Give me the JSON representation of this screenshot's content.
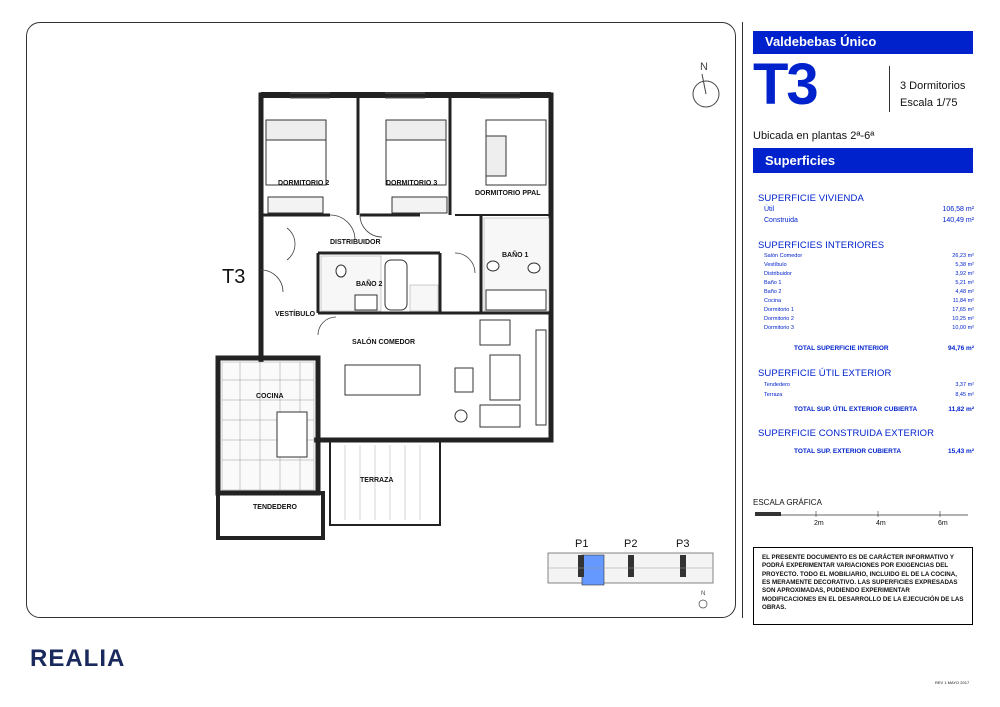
{
  "floorplan": {
    "unit_label": "T3",
    "rooms": {
      "dormitorio2": "DORMITORIO 2",
      "dormitorio3": "DORMITORIO 3",
      "dormitorio_ppal": "DORMITORIO PPAL",
      "distribuidor": "DISTRIBUIDOR",
      "bano1": "BAÑO 1",
      "bano2": "BAÑO 2",
      "vestibulo": "VESTÍBULO",
      "salon": "SALÓN COMEDOR",
      "cocina": "COCINA",
      "terraza": "TERRAZA",
      "tendedero": "TENDEDERO"
    },
    "north": "N",
    "key_plan": {
      "p1": "P1",
      "p2": "P2",
      "p3": "P3",
      "north": "N"
    }
  },
  "header": {
    "brand": "Valdebebas Único",
    "type": "T3",
    "dormitorios": "3 Dormitorios",
    "escala": "Escala 1/75",
    "ubicada": "Ubicada en plantas 2ª-6ª"
  },
  "superficies": {
    "title": "Superficies",
    "vivienda": {
      "title": "SUPERFICIE VIVIENDA",
      "rows": [
        {
          "label": "Útil",
          "value": "106,58 m²"
        },
        {
          "label": "Construida",
          "value": "140,49 m²"
        }
      ]
    },
    "interiores": {
      "title": "SUPERFICIES INTERIORES",
      "rows": [
        {
          "label": "Salón Comedor",
          "value": "26,23 m²"
        },
        {
          "label": "Vestíbulo",
          "value": "5,38 m²"
        },
        {
          "label": "Distribuidor",
          "value": "3,92 m²"
        },
        {
          "label": "Baño 1",
          "value": "5,21 m²"
        },
        {
          "label": "Baño 2",
          "value": "4,48 m²"
        },
        {
          "label": "Cocina",
          "value": "11,84 m²"
        },
        {
          "label": "Dormitorio 1",
          "value": "17,65 m²"
        },
        {
          "label": "Dormitorio 2",
          "value": "10,25 m²"
        },
        {
          "label": "Dormitorio 3",
          "value": "10,00 m²"
        }
      ],
      "total_label": "TOTAL SUPERFICIE INTERIOR",
      "total_value": "94,76 m²"
    },
    "util_exterior": {
      "title": "SUPERFICIE ÚTIL EXTERIOR",
      "rows": [
        {
          "label": "Tendedero",
          "value": "3,37 m²"
        },
        {
          "label": "Terraza",
          "value": "8,45 m²"
        }
      ],
      "total_label": "TOTAL SUP. ÚTIL EXTERIOR CUBIERTA",
      "total_value": "11,82 m²"
    },
    "construida_exterior": {
      "title": "SUPERFICIE CONSTRUIDA EXTERIOR",
      "total_label": "TOTAL SUP.  EXTERIOR CUBIERTA",
      "total_value": "15,43 m²"
    }
  },
  "escala_grafica": {
    "label": "ESCALA GRÁFICA",
    "ticks": [
      "2m",
      "4m",
      "6m"
    ]
  },
  "disclaimer": "EL PRESENTE DOCUMENTO ES DE CARÁCTER INFORMATIVO Y PODRÁ EXPERIMENTAR VARIACIONES POR EXIGENCIAS DEL PROYECTO. TODO EL MOBILIARIO, INCLUIDO EL DE LA COCINA, ES MERAMENTE DECORATIVO. LAS SUPERFICIES EXPRESADAS SON APROXIMADAS, PUDIENDO EXPERIMENTAR MODIFICACIONES EN EL DESARROLLO DE LA EJECUCIÓN DE LAS OBRAS.",
  "footer": {
    "logo": "REALIA",
    "rev": "REV 1  MAYO 2017"
  },
  "colors": {
    "brand_blue": "#0022cc",
    "highlight": "#6699ff"
  }
}
